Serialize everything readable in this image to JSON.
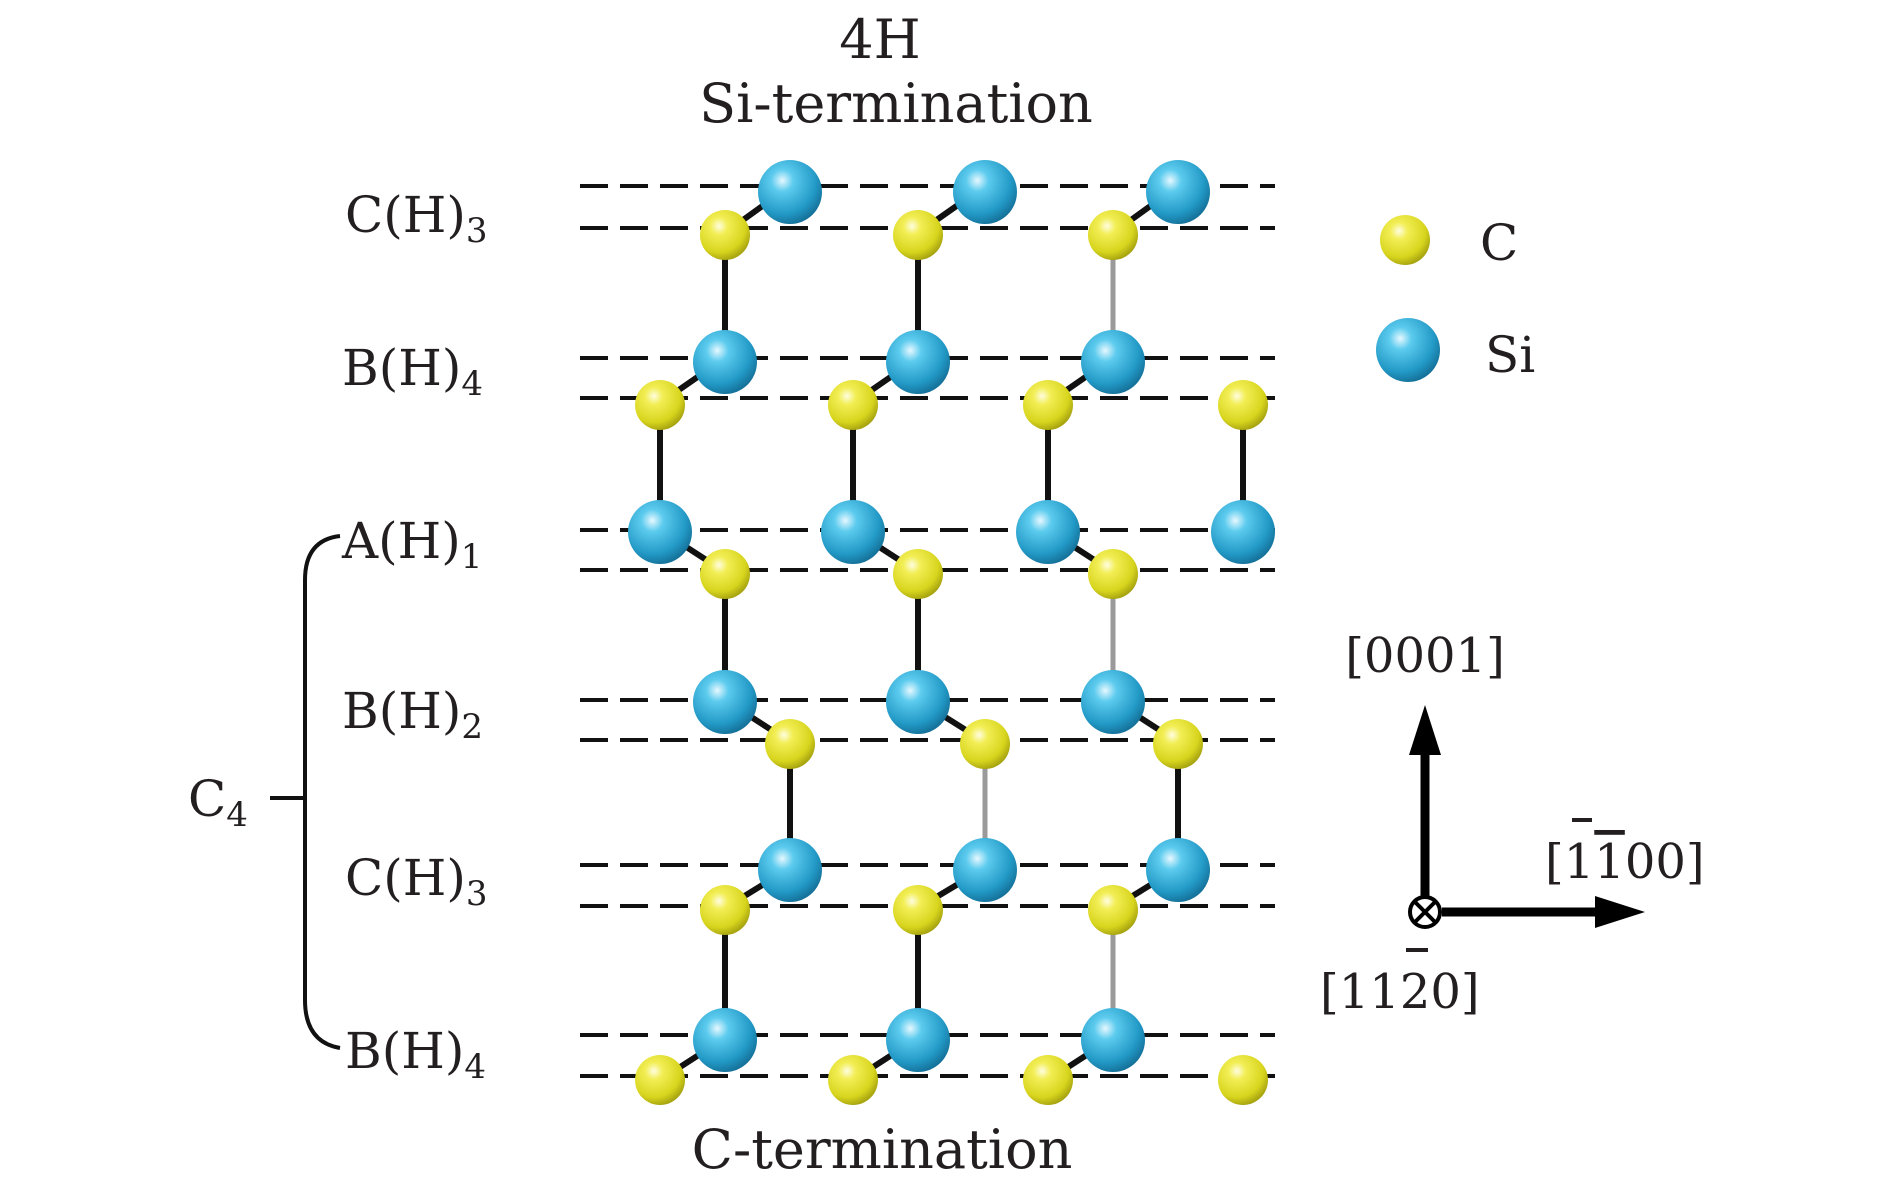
{
  "diagram": {
    "title": "4H",
    "top_label": "Si-termination",
    "bottom_label": "C-termination",
    "layers": [
      {
        "main": "C(H)",
        "sub": "3"
      },
      {
        "main": "B(H)",
        "sub": "4"
      },
      {
        "main": "A(H)",
        "sub": "1"
      },
      {
        "main": "B(H)",
        "sub": "2"
      },
      {
        "main": "C(H)",
        "sub": "3"
      },
      {
        "main": "B(H)",
        "sub": "4"
      }
    ],
    "bracket": {
      "main": "C",
      "sub": "4"
    },
    "legend": [
      {
        "name": "C",
        "color": "#e4e12a"
      },
      {
        "name": "Si",
        "color": "#27a8d6"
      }
    ],
    "axes": {
      "up": "[0001]",
      "right": {
        "prefix": "[1",
        "bar": "1",
        "suffix": "00]"
      },
      "into": {
        "prefix": "[11",
        "bar": "2",
        "suffix": "0]"
      }
    }
  }
}
